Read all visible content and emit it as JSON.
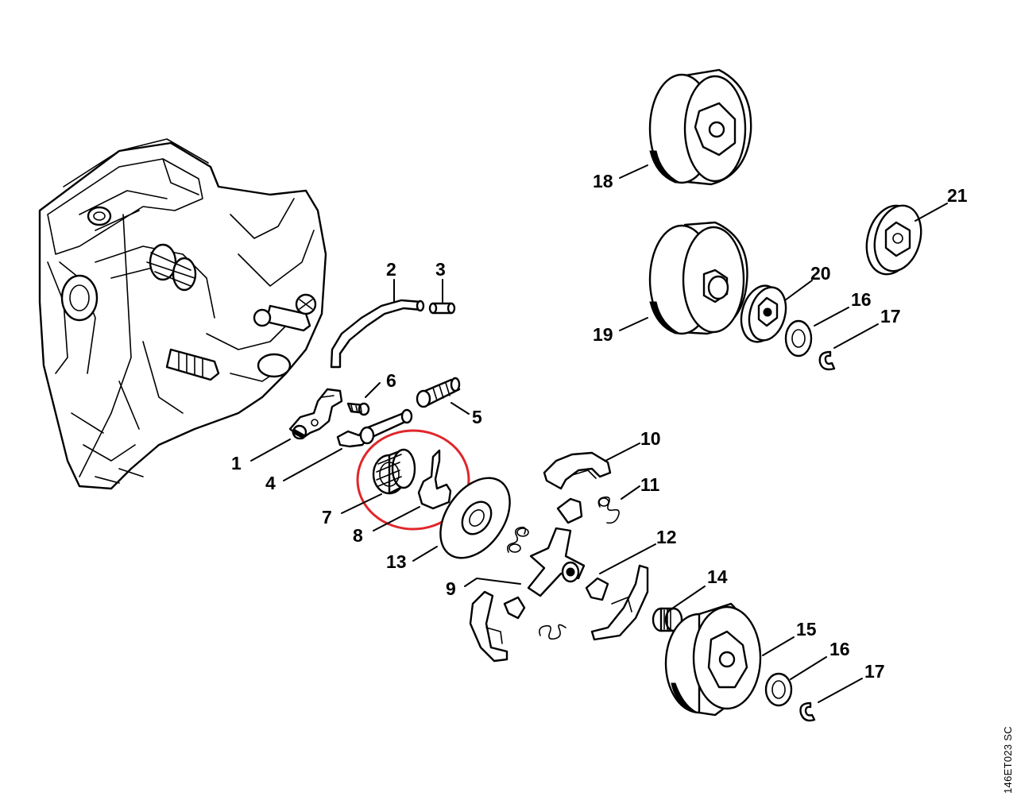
{
  "diagram": {
    "doc_code": "146ET023 SC",
    "highlight_color": "#e0262b",
    "line_color": "#000000",
    "callouts": [
      "1",
      "2",
      "3",
      "4",
      "5",
      "6",
      "7",
      "8",
      "9",
      "10",
      "11",
      "12",
      "13",
      "14",
      "15",
      "16",
      "16",
      "17",
      "17",
      "18",
      "19",
      "20",
      "21"
    ]
  }
}
